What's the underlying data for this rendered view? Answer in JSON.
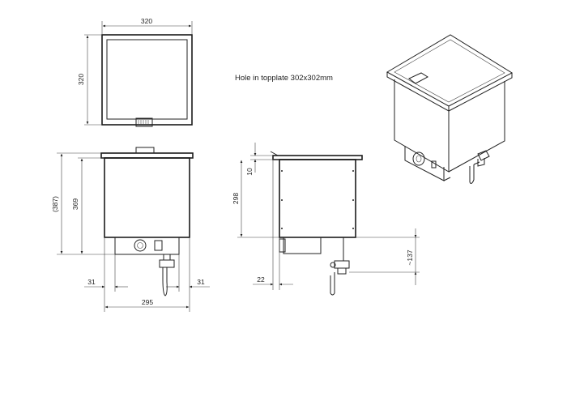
{
  "note": "Hole in topplate 302x302mm",
  "dims": {
    "top_width": "320",
    "top_depth": "320",
    "front_total_height": "(387)",
    "front_body_height": "369",
    "offset_left": "31",
    "offset_right": "31",
    "front_width": "295",
    "side_top": "10",
    "side_height": "298",
    "side_offset": "22",
    "tap_drop": "~137"
  },
  "colors": {
    "line": "#222222",
    "background": "#ffffff"
  }
}
